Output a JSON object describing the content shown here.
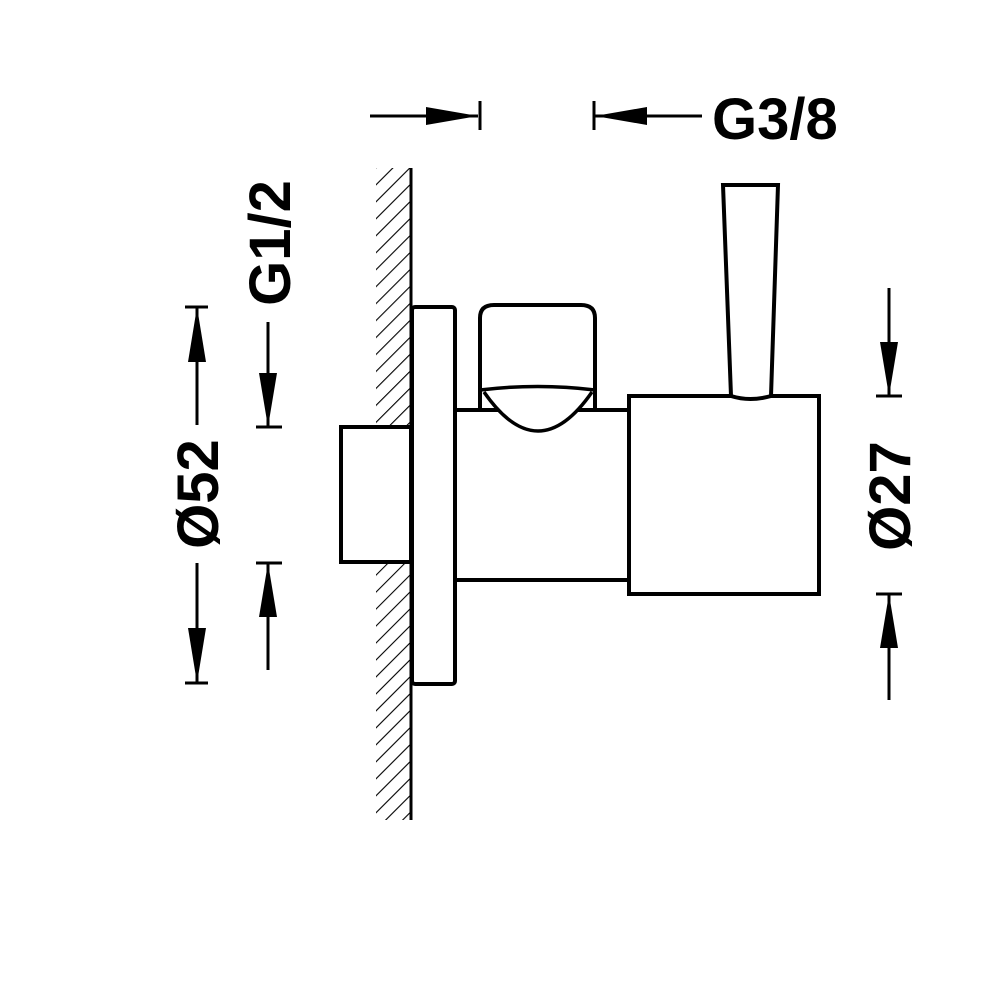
{
  "dimensions": {
    "outlet_thread": "G3/8",
    "inlet_thread": "G1/2",
    "rosette_diameter": "Ø52",
    "handle_body_diameter": "Ø27"
  },
  "colors": {
    "stroke": "#000000",
    "background": "#ffffff"
  }
}
